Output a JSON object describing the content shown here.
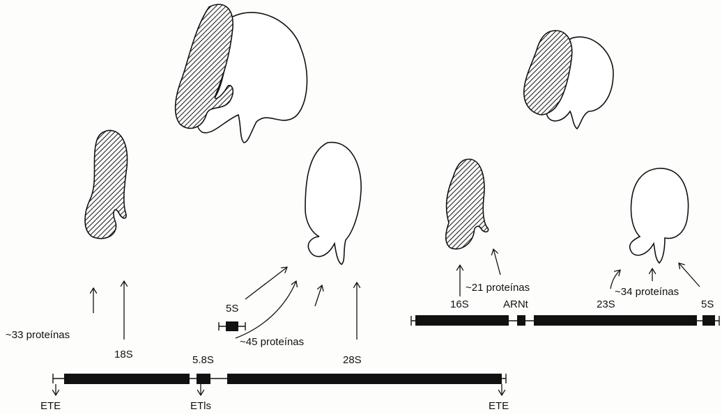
{
  "eukaryote": {
    "proteins_small": "~33 proteínas",
    "label_18s": "18S",
    "label_5s": "5S",
    "label_58s": "5.8S",
    "proteins_large": "~45 proteínas",
    "label_28s": "28S",
    "ete_left": "ETE",
    "etis": "ETls",
    "ete_right": "ETE"
  },
  "prokaryote": {
    "label_16s": "16S",
    "proteins_small": "~21  proteínas",
    "arnt": "ARNt",
    "label_23s": "23S",
    "proteins_large": "~34 proteínas",
    "label_5s": "5S"
  },
  "colors": {
    "ink": "#111111",
    "paper": "#fdfdfc"
  }
}
